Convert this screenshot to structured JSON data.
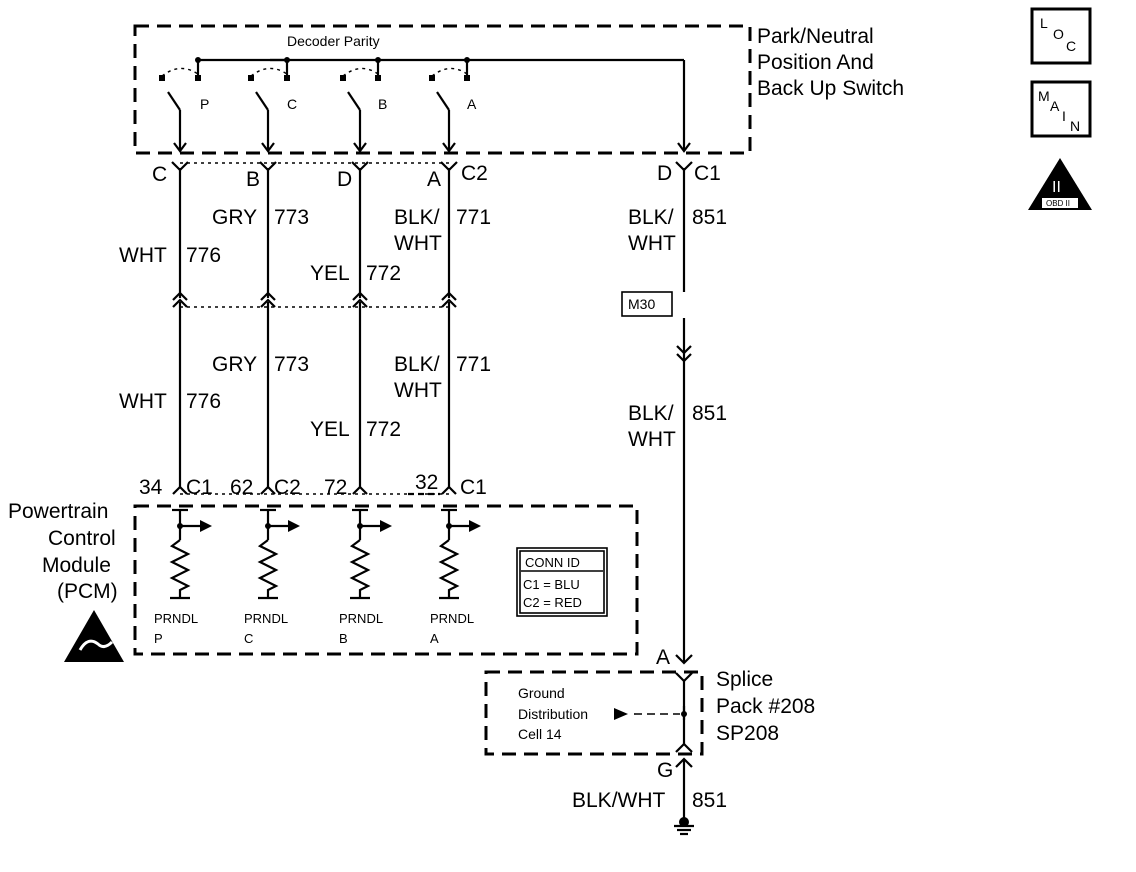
{
  "switch": {
    "title_l1": "Park/Neutral",
    "title_l2": "Position And",
    "title_l3": "Back Up Switch",
    "decoder": "Decoder Parity",
    "contacts": [
      "P",
      "C",
      "B",
      "A"
    ]
  },
  "connectors_top": {
    "pins": [
      "C",
      "B",
      "D",
      "A"
    ],
    "c2": "C2",
    "d_pin": "D",
    "c1": "C1"
  },
  "wires": [
    {
      "color_l1": "WHT",
      "color_l2": "",
      "circuit": "776"
    },
    {
      "color_l1": "GRY",
      "color_l2": "",
      "circuit": "773"
    },
    {
      "color_l1": "YEL",
      "color_l2": "",
      "circuit": "772"
    },
    {
      "color_l1": "BLK/",
      "color_l2": "WHT",
      "circuit": "771"
    }
  ],
  "ground_wire": {
    "color_l1": "BLK/",
    "color_l2": "WHT",
    "circuit": "851",
    "connector": "M30"
  },
  "pcm": {
    "title_l1": "Powertrain",
    "title_l2": "Control",
    "title_l3": "Module",
    "title_l4": "(PCM)",
    "pins": [
      {
        "num": "34",
        "conn": "C1"
      },
      {
        "num": "62",
        "conn": "C2"
      },
      {
        "num": "72",
        "conn": ""
      },
      {
        "num": "32",
        "conn": "C1"
      }
    ],
    "inputs": [
      {
        "l1": "PRNDL",
        "l2": "P"
      },
      {
        "l1": "PRNDL",
        "l2": "C"
      },
      {
        "l1": "PRNDL",
        "l2": "B"
      },
      {
        "l1": "PRNDL",
        "l2": "A"
      }
    ],
    "conn_id": {
      "title": "CONN ID",
      "row1": "C1 = BLU",
      "row2": "C2 = RED"
    }
  },
  "splice": {
    "pin_a": "A",
    "pin_g": "G",
    "name_l1": "Splice",
    "name_l2": "Pack #208",
    "name_l3": "SP208",
    "ground_l1": "Ground",
    "ground_l2": "Distribution",
    "ground_l3": "Cell 14",
    "bottom_wire": "BLK/WHT",
    "bottom_circuit": "851"
  },
  "legend": {
    "loc": [
      "L",
      "O",
      "C"
    ],
    "main": [
      "M",
      "A",
      "I",
      "N"
    ],
    "obd": {
      "numeral": "II",
      "text": "OBD II"
    }
  }
}
